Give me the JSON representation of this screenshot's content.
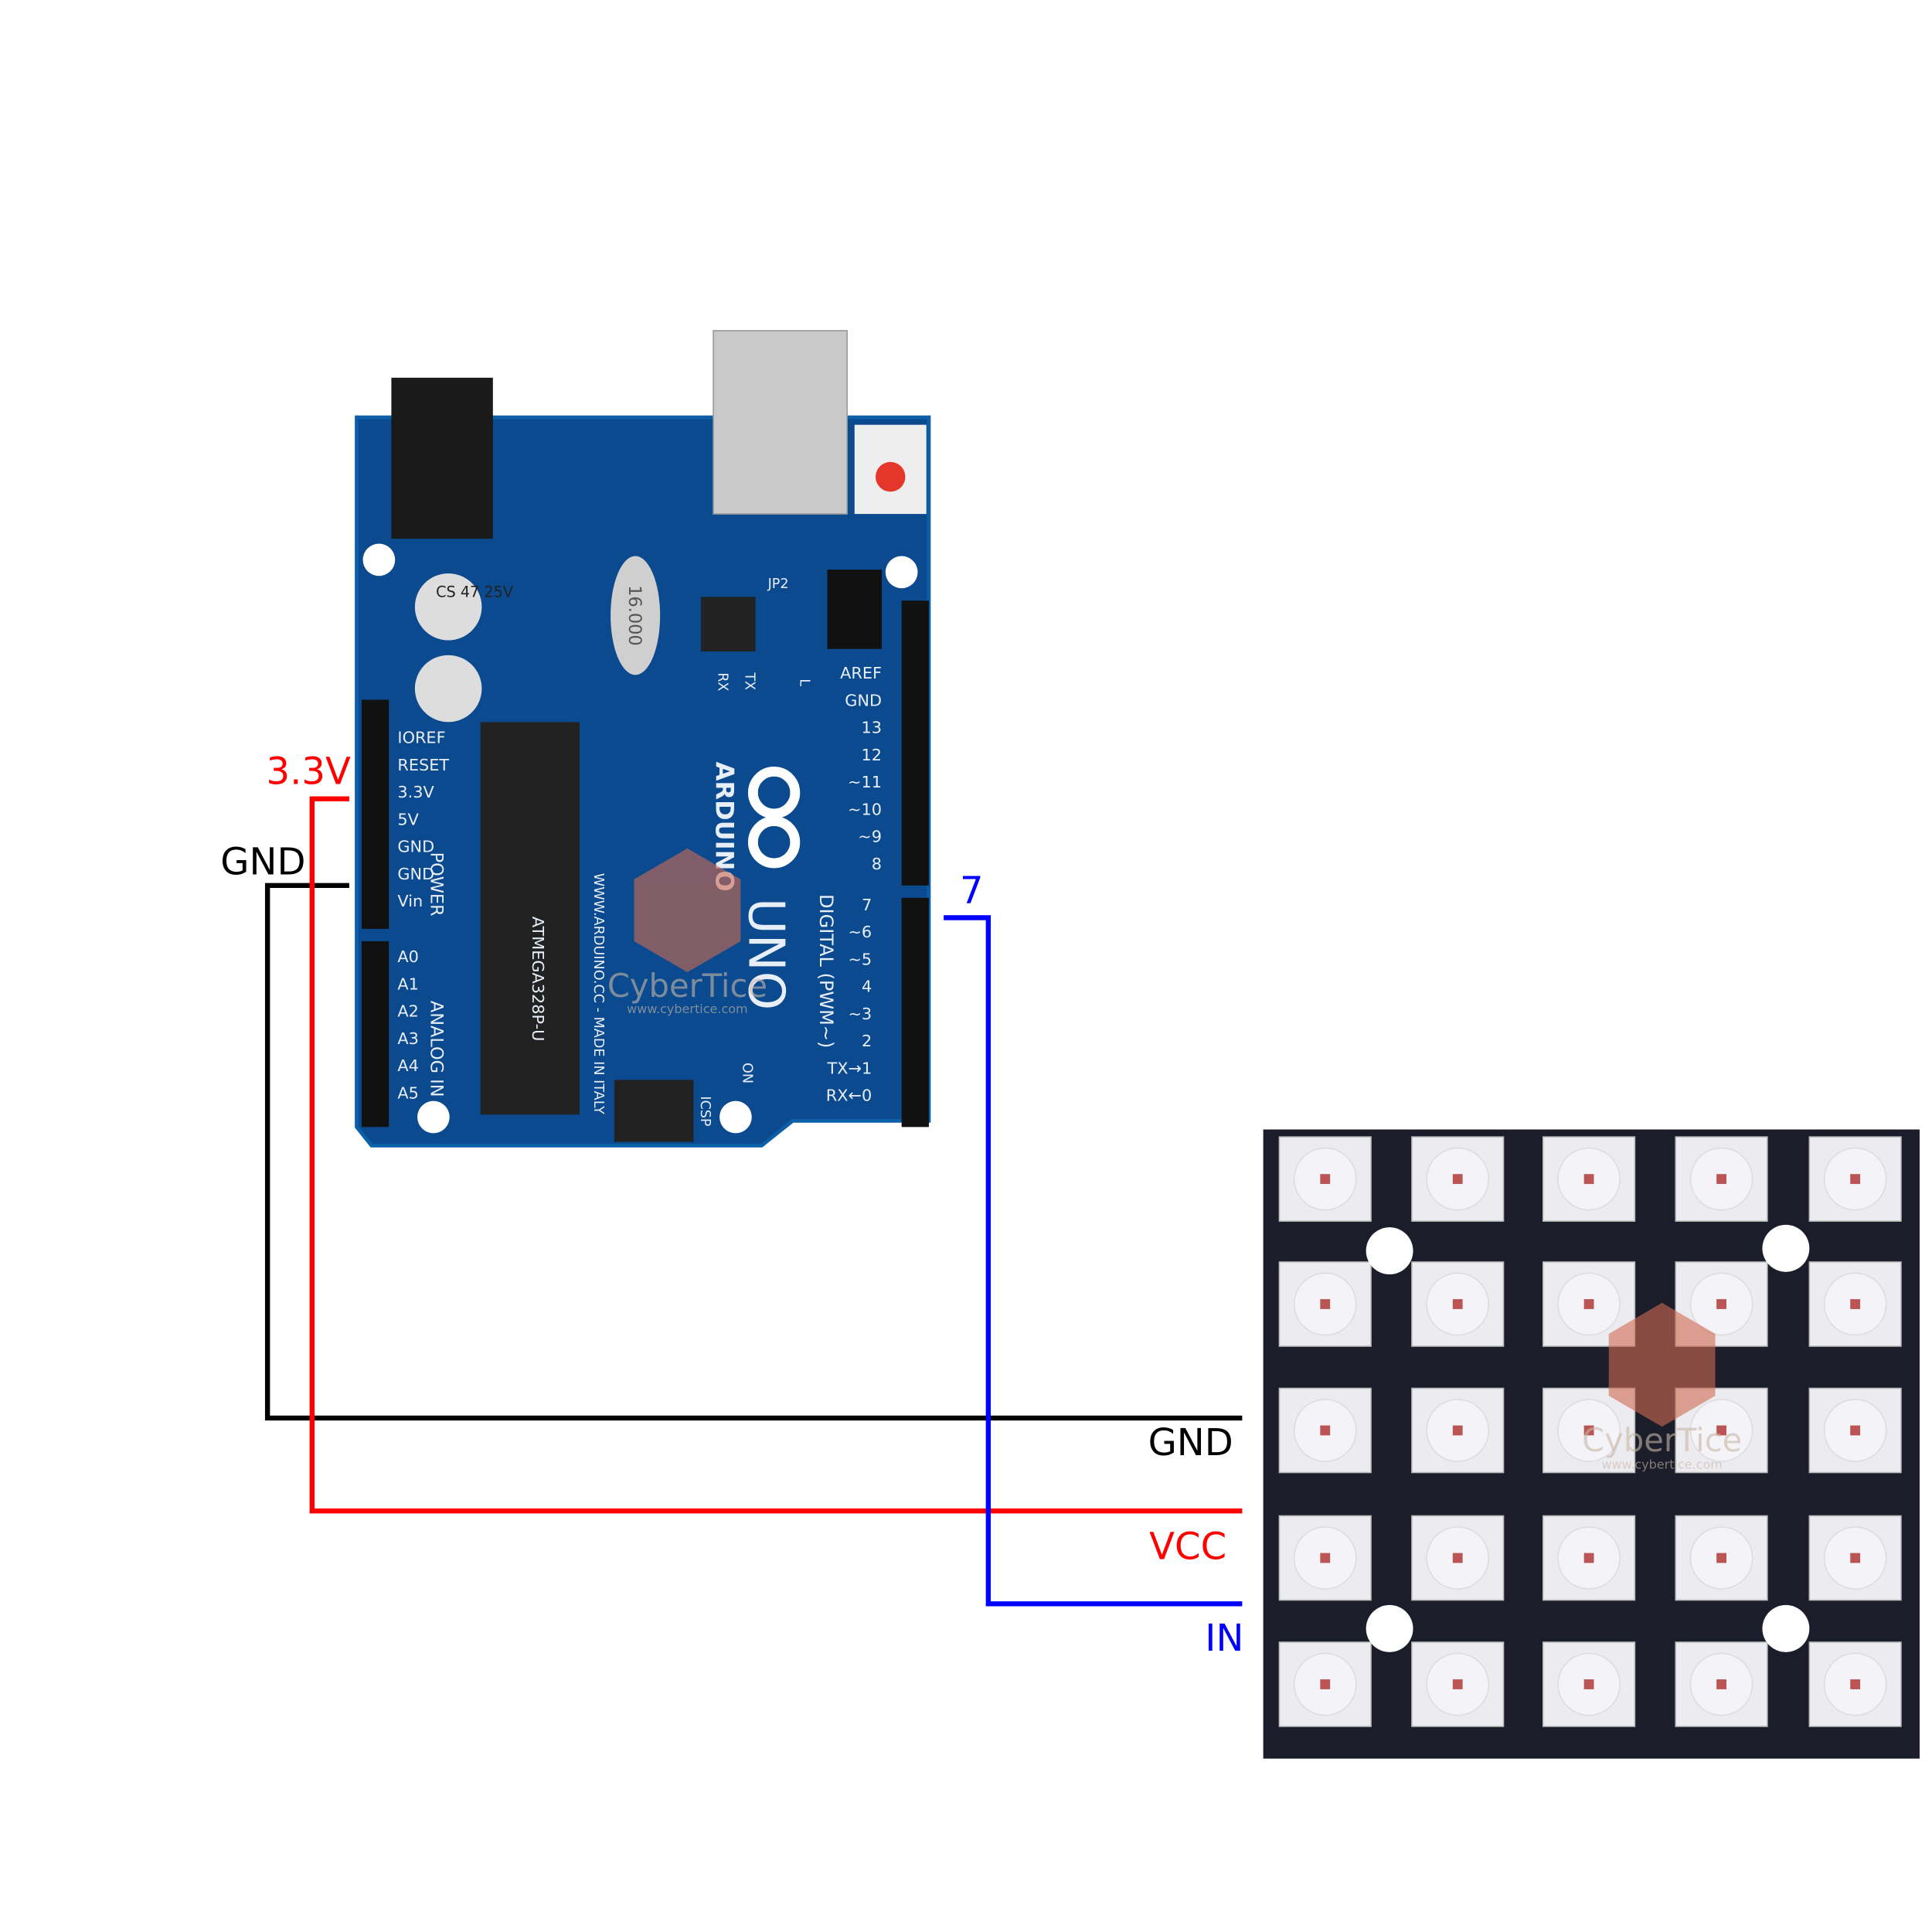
{
  "colors": {
    "red_wire": "#ff0000",
    "black_wire": "#000000",
    "blue_wire": "#0000ff",
    "board": "#0b4a8e",
    "matrix_board": "#1b1d2b",
    "led": "#ecebf0"
  },
  "wire_labels": {
    "arduino_3v3": "3.3V",
    "arduino_gnd": "GND",
    "arduino_pin": "7",
    "matrix_gnd": "GND",
    "matrix_vcc": "VCC",
    "matrix_in": "IN"
  },
  "arduino": {
    "brand": "ARDUINO",
    "model": "UNO",
    "url": "WWW.ARDUINO.CC - MADE IN ITALY",
    "power_label": "POWER",
    "analog_label": "ANALOG IN",
    "digital_label": "DIGITAL (PWM~)",
    "power_pins": [
      "IOREF",
      "RESET",
      "3.3V",
      "5V",
      "GND",
      "GND",
      "Vin"
    ],
    "analog_pins": [
      "A0",
      "A1",
      "A2",
      "A3",
      "A4",
      "A5"
    ],
    "digital_pins_top": [
      "AREF",
      "GND",
      "13",
      "12",
      "~11",
      "~10",
      "~9",
      "8"
    ],
    "digital_pins_bottom": [
      "7",
      "~6",
      "~5",
      "4",
      "~3",
      "2",
      "TX→1",
      "RX←0"
    ],
    "cap_label": "CS 47 25V",
    "crystal": "16.000",
    "chip": "ATMEGA328P-U",
    "leds": [
      "RX",
      "TX",
      "L",
      "ON"
    ],
    "jp2": "JP2",
    "icsp": "ICSP"
  },
  "watermark": {
    "name": "CyberTice",
    "url": "www.cybertice.com"
  },
  "matrix": {
    "rows": 5,
    "cols": 5
  }
}
